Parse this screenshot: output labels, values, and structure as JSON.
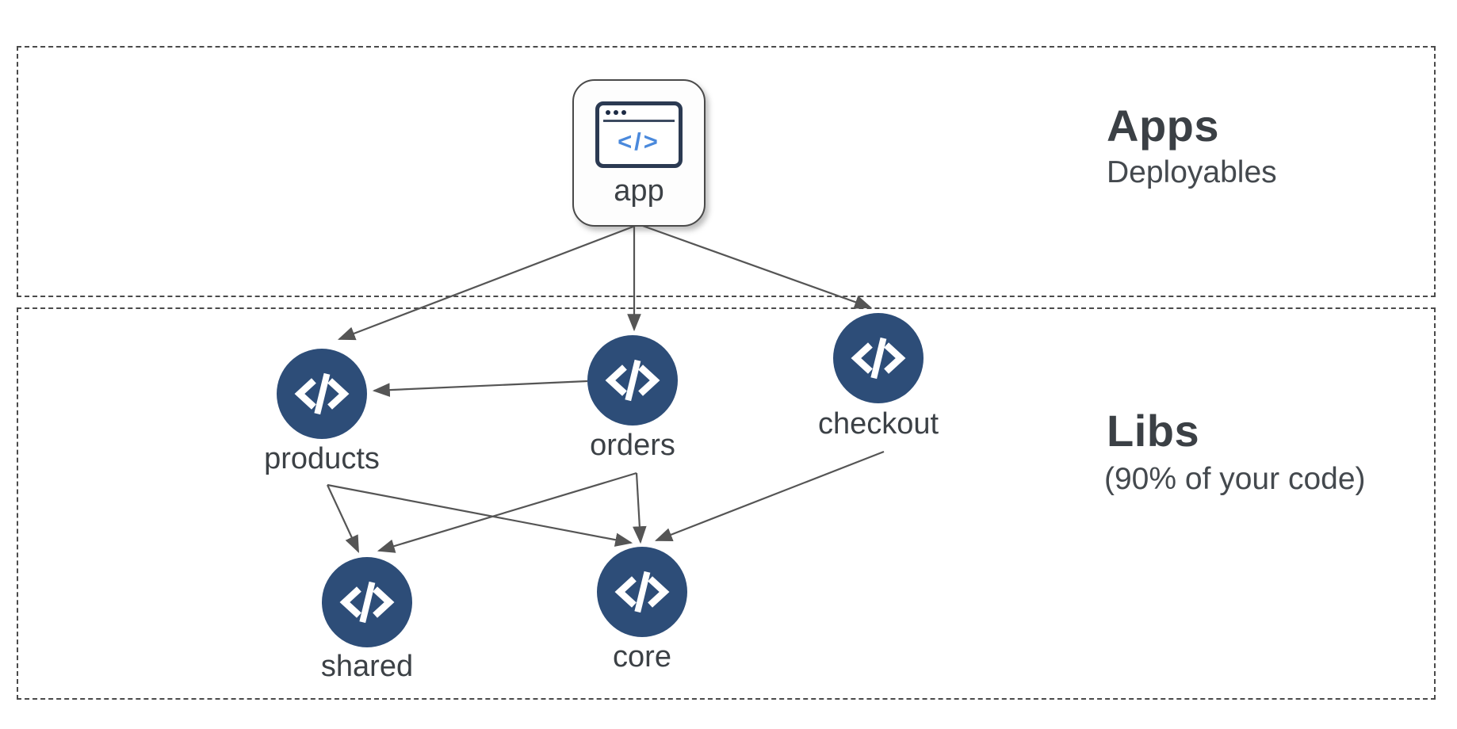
{
  "sections": {
    "apps": {
      "title": "Apps",
      "subtitle": "Deployables"
    },
    "libs": {
      "title": "Libs",
      "subtitle": "(90% of your code)"
    }
  },
  "nodes": {
    "app": {
      "label": "app",
      "kind": "application",
      "icon": "browser-code-icon"
    },
    "products": {
      "label": "products",
      "kind": "library",
      "icon": "code-icon"
    },
    "orders": {
      "label": "orders",
      "kind": "library",
      "icon": "code-icon"
    },
    "checkout": {
      "label": "checkout",
      "kind": "library",
      "icon": "code-icon"
    },
    "shared": {
      "label": "shared",
      "kind": "library",
      "icon": "code-icon"
    },
    "core": {
      "label": "core",
      "kind": "library",
      "icon": "code-icon"
    }
  },
  "edges": [
    {
      "from": "app",
      "to": "products"
    },
    {
      "from": "app",
      "to": "orders"
    },
    {
      "from": "app",
      "to": "checkout"
    },
    {
      "from": "orders",
      "to": "products"
    },
    {
      "from": "products",
      "to": "shared"
    },
    {
      "from": "products",
      "to": "core"
    },
    {
      "from": "orders",
      "to": "shared"
    },
    {
      "from": "orders",
      "to": "core"
    },
    {
      "from": "checkout",
      "to": "core"
    }
  ],
  "icons": {
    "app_window_glyph": "</>"
  },
  "colors": {
    "library_circle": "#2d4d78",
    "arrow": "#555555",
    "dashed_border": "#4a4a4a",
    "app_glyph_blue": "#4a89dc",
    "app_window_border": "#2b3a52",
    "text": "#3c4146"
  }
}
